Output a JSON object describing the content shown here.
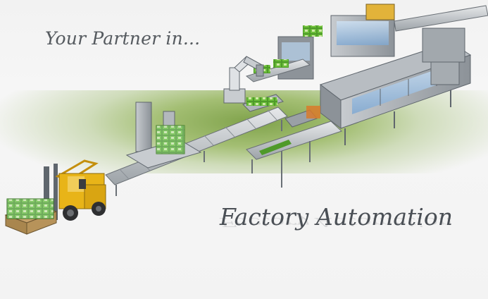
{
  "banner": {
    "tagline": "Your Partner in...",
    "headline": "Factory Automation"
  },
  "colors": {
    "background": "#f4f4f4",
    "green_band": "#8aac55",
    "text": "#4a4f55",
    "forklift": "#e8b418",
    "machine_gray": "#9aa0a6",
    "product_green": "#4f9a2a",
    "glass_blue": "#9fc3e6"
  },
  "icons": [
    "forklift",
    "pallet",
    "palletizer",
    "robot-arm",
    "roller-conveyor",
    "case-packer",
    "wrapper-machine"
  ]
}
